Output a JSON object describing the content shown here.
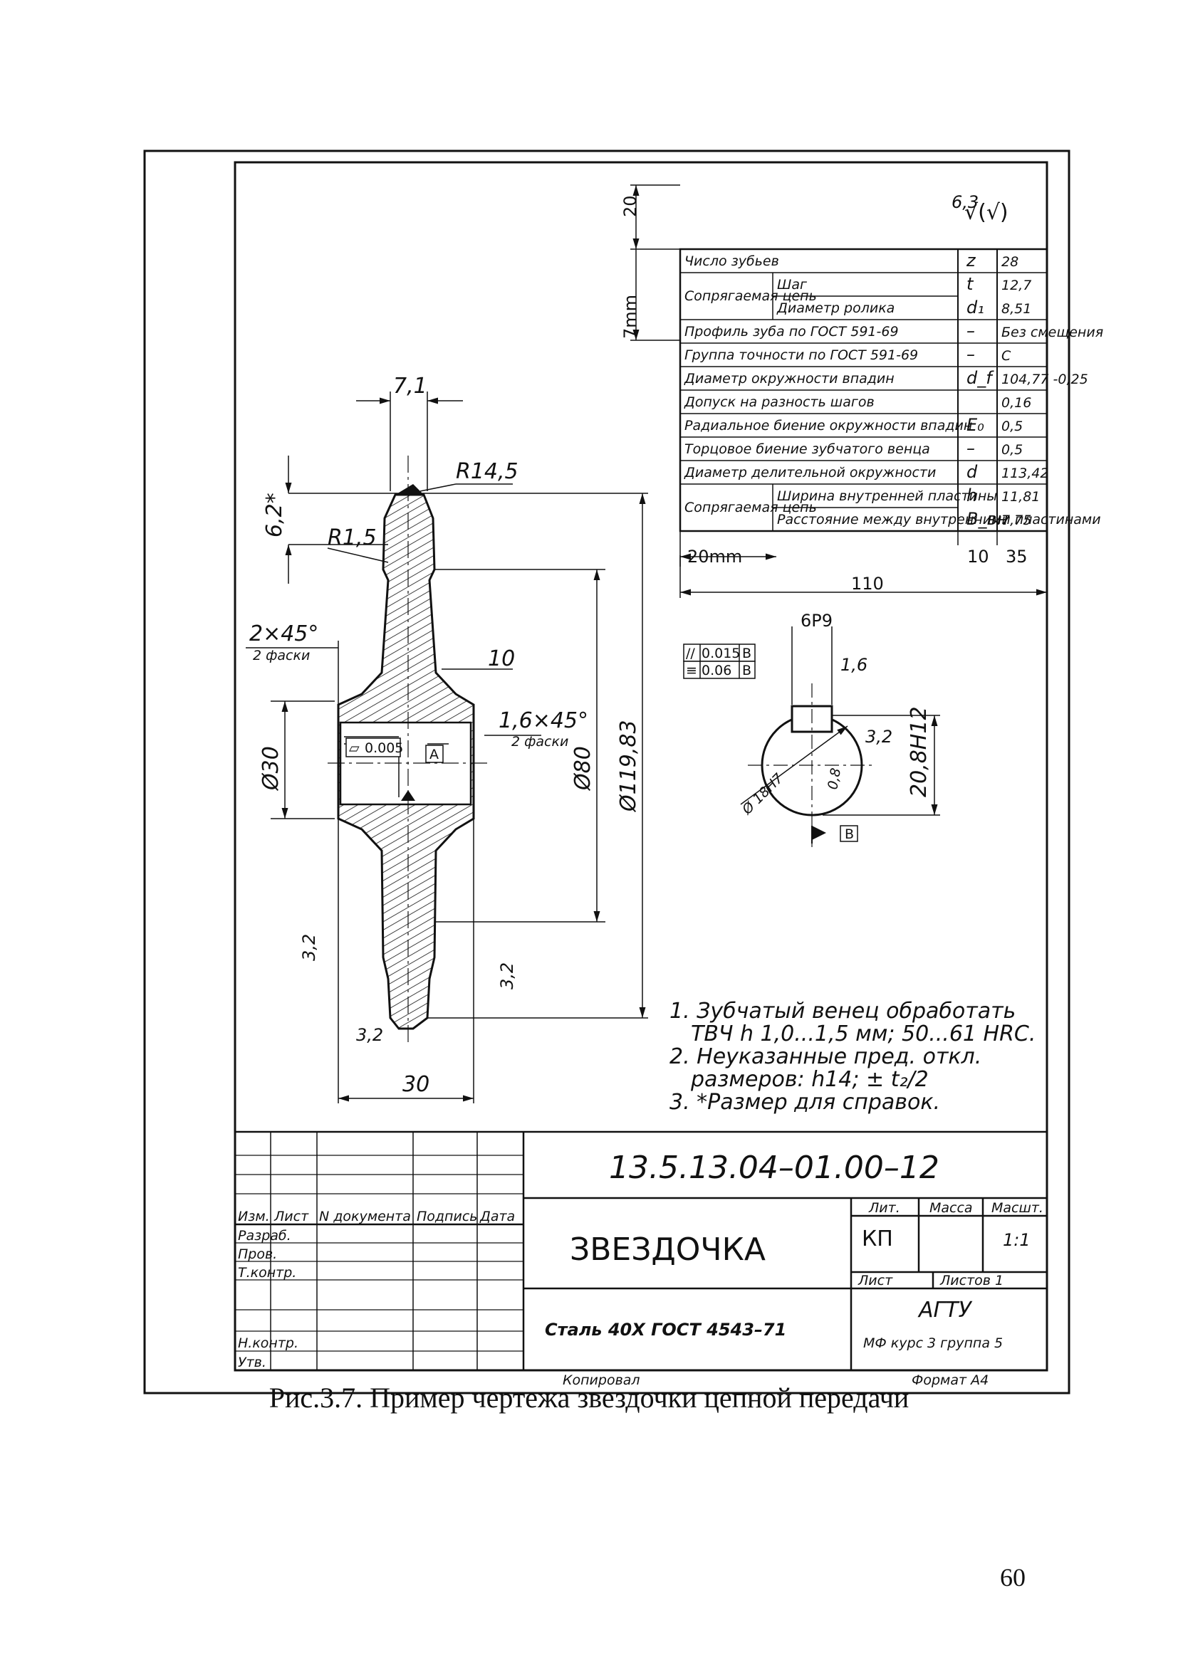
{
  "surface_roughness": {
    "value": "6,3",
    "symbol": "√(√)"
  },
  "param_table": {
    "rows": [
      {
        "label": "Число зубьев",
        "sub": "",
        "sym": "z",
        "val": "28"
      },
      {
        "label": "Сопрягаемая цепь",
        "sub": "Шаг",
        "sym": "t",
        "val": "12,7"
      },
      {
        "label": "",
        "sub": "Диаметр ролика",
        "sym": "d₁",
        "val": "8,51"
      },
      {
        "label": "Профиль зуба по ГОСТ 591-69",
        "sub": "",
        "sym": "–",
        "val": "Без смещения"
      },
      {
        "label": "Группа точности по ГОСТ 591-69",
        "sub": "",
        "sym": "–",
        "val": "C"
      },
      {
        "label": "Диаметр окружности впадин",
        "sub": "",
        "sym": "d_f",
        "val": "104,77 -0,25"
      },
      {
        "label": "Допуск на разность шагов",
        "sub": "",
        "sym": "",
        "val": "0,16"
      },
      {
        "label": "Радиальное биение окружности впадин",
        "sub": "",
        "sym": "E₀",
        "val": "0,5"
      },
      {
        "label": "Торцовое биение зубчатого венца",
        "sub": "",
        "sym": "–",
        "val": "0,5"
      },
      {
        "label": "Диаметр делительной окружности",
        "sub": "",
        "sym": "d",
        "val": "113,42"
      },
      {
        "label": "Сопрягаемая цепь",
        "sub": "Ширина внутренней пластины",
        "sym": "h",
        "val": "11,81"
      },
      {
        "label": "",
        "sub": "Расстояние между внутренними пластинами",
        "sym": "B_вн",
        "val": "7,75"
      }
    ],
    "dim_20mm": "20mm",
    "dim_10": "10",
    "dim_35": "35",
    "dim_110": "110",
    "dim_20": "20",
    "dim_7mm": "7mm"
  },
  "dimensions": {
    "d71": "7,1",
    "r145": "R14,5",
    "d62": "6,2*",
    "r15": "R1,5",
    "chamfer1": "2×45°",
    "chamfer1_note": "2 фаски",
    "d10": "10",
    "chamfer2": "1,6×45°",
    "chamfer2_note": "2 фаски",
    "d30v": "Ø30",
    "d80": "Ø80",
    "d11983": "Ø119,83",
    "tol_flat": "0.005",
    "datum_a": "A",
    "rough32a": "3,2",
    "rough32b": "3,2",
    "rough32c": "3,2",
    "d30h": "30"
  },
  "section": {
    "keyway": "6P9",
    "tol1_val": "0.015",
    "tol1_ref": "B",
    "tol2_val": "0.06",
    "tol2_ref": "B",
    "rough16": "1,6",
    "rough32": "3,2",
    "r08": "0,8",
    "d18h7": "Ø 18H7",
    "dim208": "20,8H12",
    "datum_b": "B"
  },
  "notes": [
    "1. Зубчатый венец обработать",
    "ТВЧ h 1,0...1,5 мм; 50...61 HRC.",
    "2. Неуказанные пред. откл.",
    "размеров: h14; ± t₂/2",
    "3. *Размер для справок."
  ],
  "title_block": {
    "code": "13.5.13.04–01.00–12",
    "name": "ЗВЕЗДОЧКА",
    "material": "Сталь 40Х ГОСТ 4543–71",
    "lit": "Лит.",
    "mass": "Масса",
    "scale_h": "Масшт.",
    "lit_val": "КП",
    "scale_val": "1:1",
    "sheet": "Лист",
    "sheets": "Листов 1",
    "org": "АГТУ",
    "group": "МФ курс 3 группа 5",
    "cols": [
      "Изм.",
      "Лист",
      "N документа",
      "Подпись",
      "Дата"
    ],
    "roles": [
      "Разраб.",
      "Пров.",
      "Т.контр.",
      "Н.контр.",
      "Утв."
    ],
    "copied": "Копировал",
    "format": "Формат А4"
  },
  "caption": "Рис.3.7. Пример чертежа звездочки цепной передачи",
  "page_number": "60"
}
